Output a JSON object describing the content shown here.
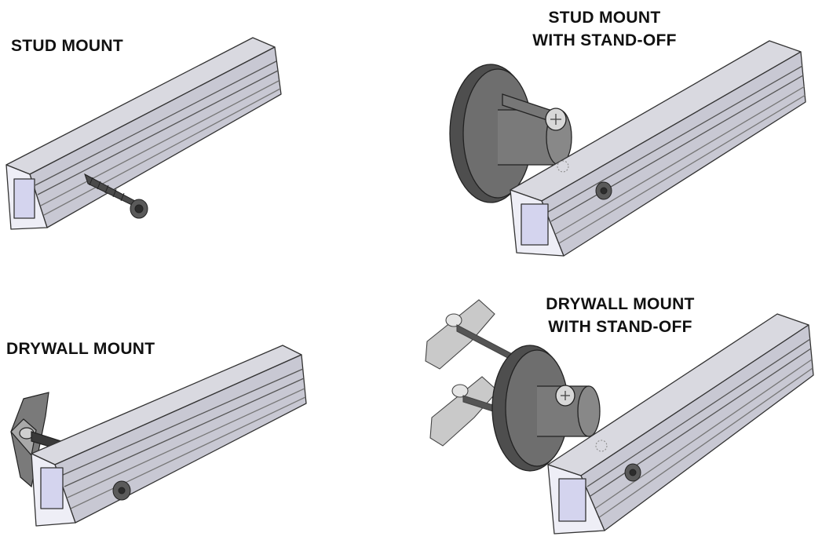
{
  "colors": {
    "rail_top": "#d9d9e0",
    "rail_side": "#c8c8d3",
    "rail_face": "#eeeef6",
    "rail_inner": "#d4d4ee",
    "outline": "#333333",
    "screw": "#4a4a4a",
    "standoff": "#6e6e6e",
    "standoff_dark": "#4e4e4e",
    "toggle": "#c9c9c9"
  },
  "panels": [
    {
      "id": "stud-mount",
      "lines": [
        "STUD MOUNT"
      ]
    },
    {
      "id": "stud-mount-standoff",
      "lines": [
        "STUD MOUNT",
        "WITH STAND-OFF"
      ]
    },
    {
      "id": "drywall-mount",
      "lines": [
        "DRYWALL MOUNT"
      ]
    },
    {
      "id": "drywall-mount-standoff",
      "lines": [
        "DRYWALL MOUNT",
        "WITH STAND-OFF"
      ]
    }
  ]
}
